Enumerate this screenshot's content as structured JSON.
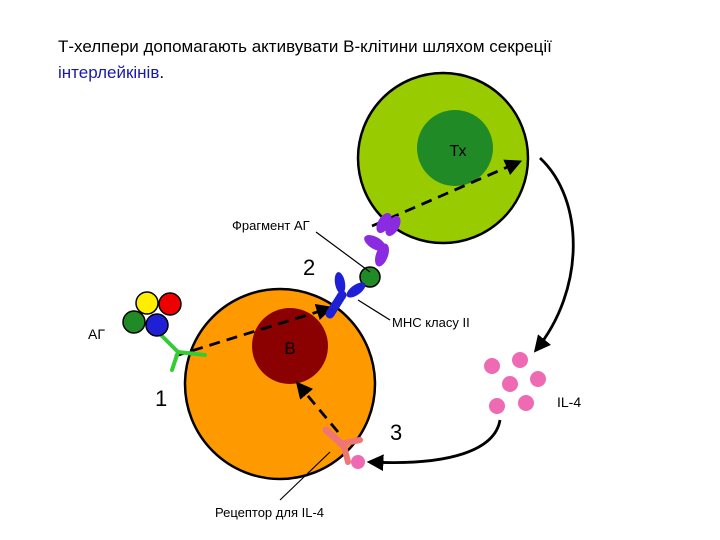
{
  "heading": {
    "text_main": "Т-хелпери допомагають активувати В-клітини шляхом секреції",
    "text_accent": "інтерлейкінів",
    "text_end": "."
  },
  "labels": {
    "th_cell": "Тх",
    "b_cell": "В",
    "fragment": "Фрагмент АГ",
    "antigen": "АГ",
    "mhc": "МНС класу II",
    "il4": "IL-4",
    "receptor": "Рецептор для IL-4",
    "step1": "1",
    "step2": "2",
    "step3": "3"
  },
  "colors": {
    "th_cell": "#99cc00",
    "th_nucleus": "#1f8a26",
    "b_cell": "#ff9900",
    "b_nucleus": "#8b0000",
    "tcr": "#8a2be2",
    "mhc": "#1f1fd6",
    "bcr": "#33cc33",
    "il4": "#ee6bb4",
    "receptor": "#f07575"
  }
}
